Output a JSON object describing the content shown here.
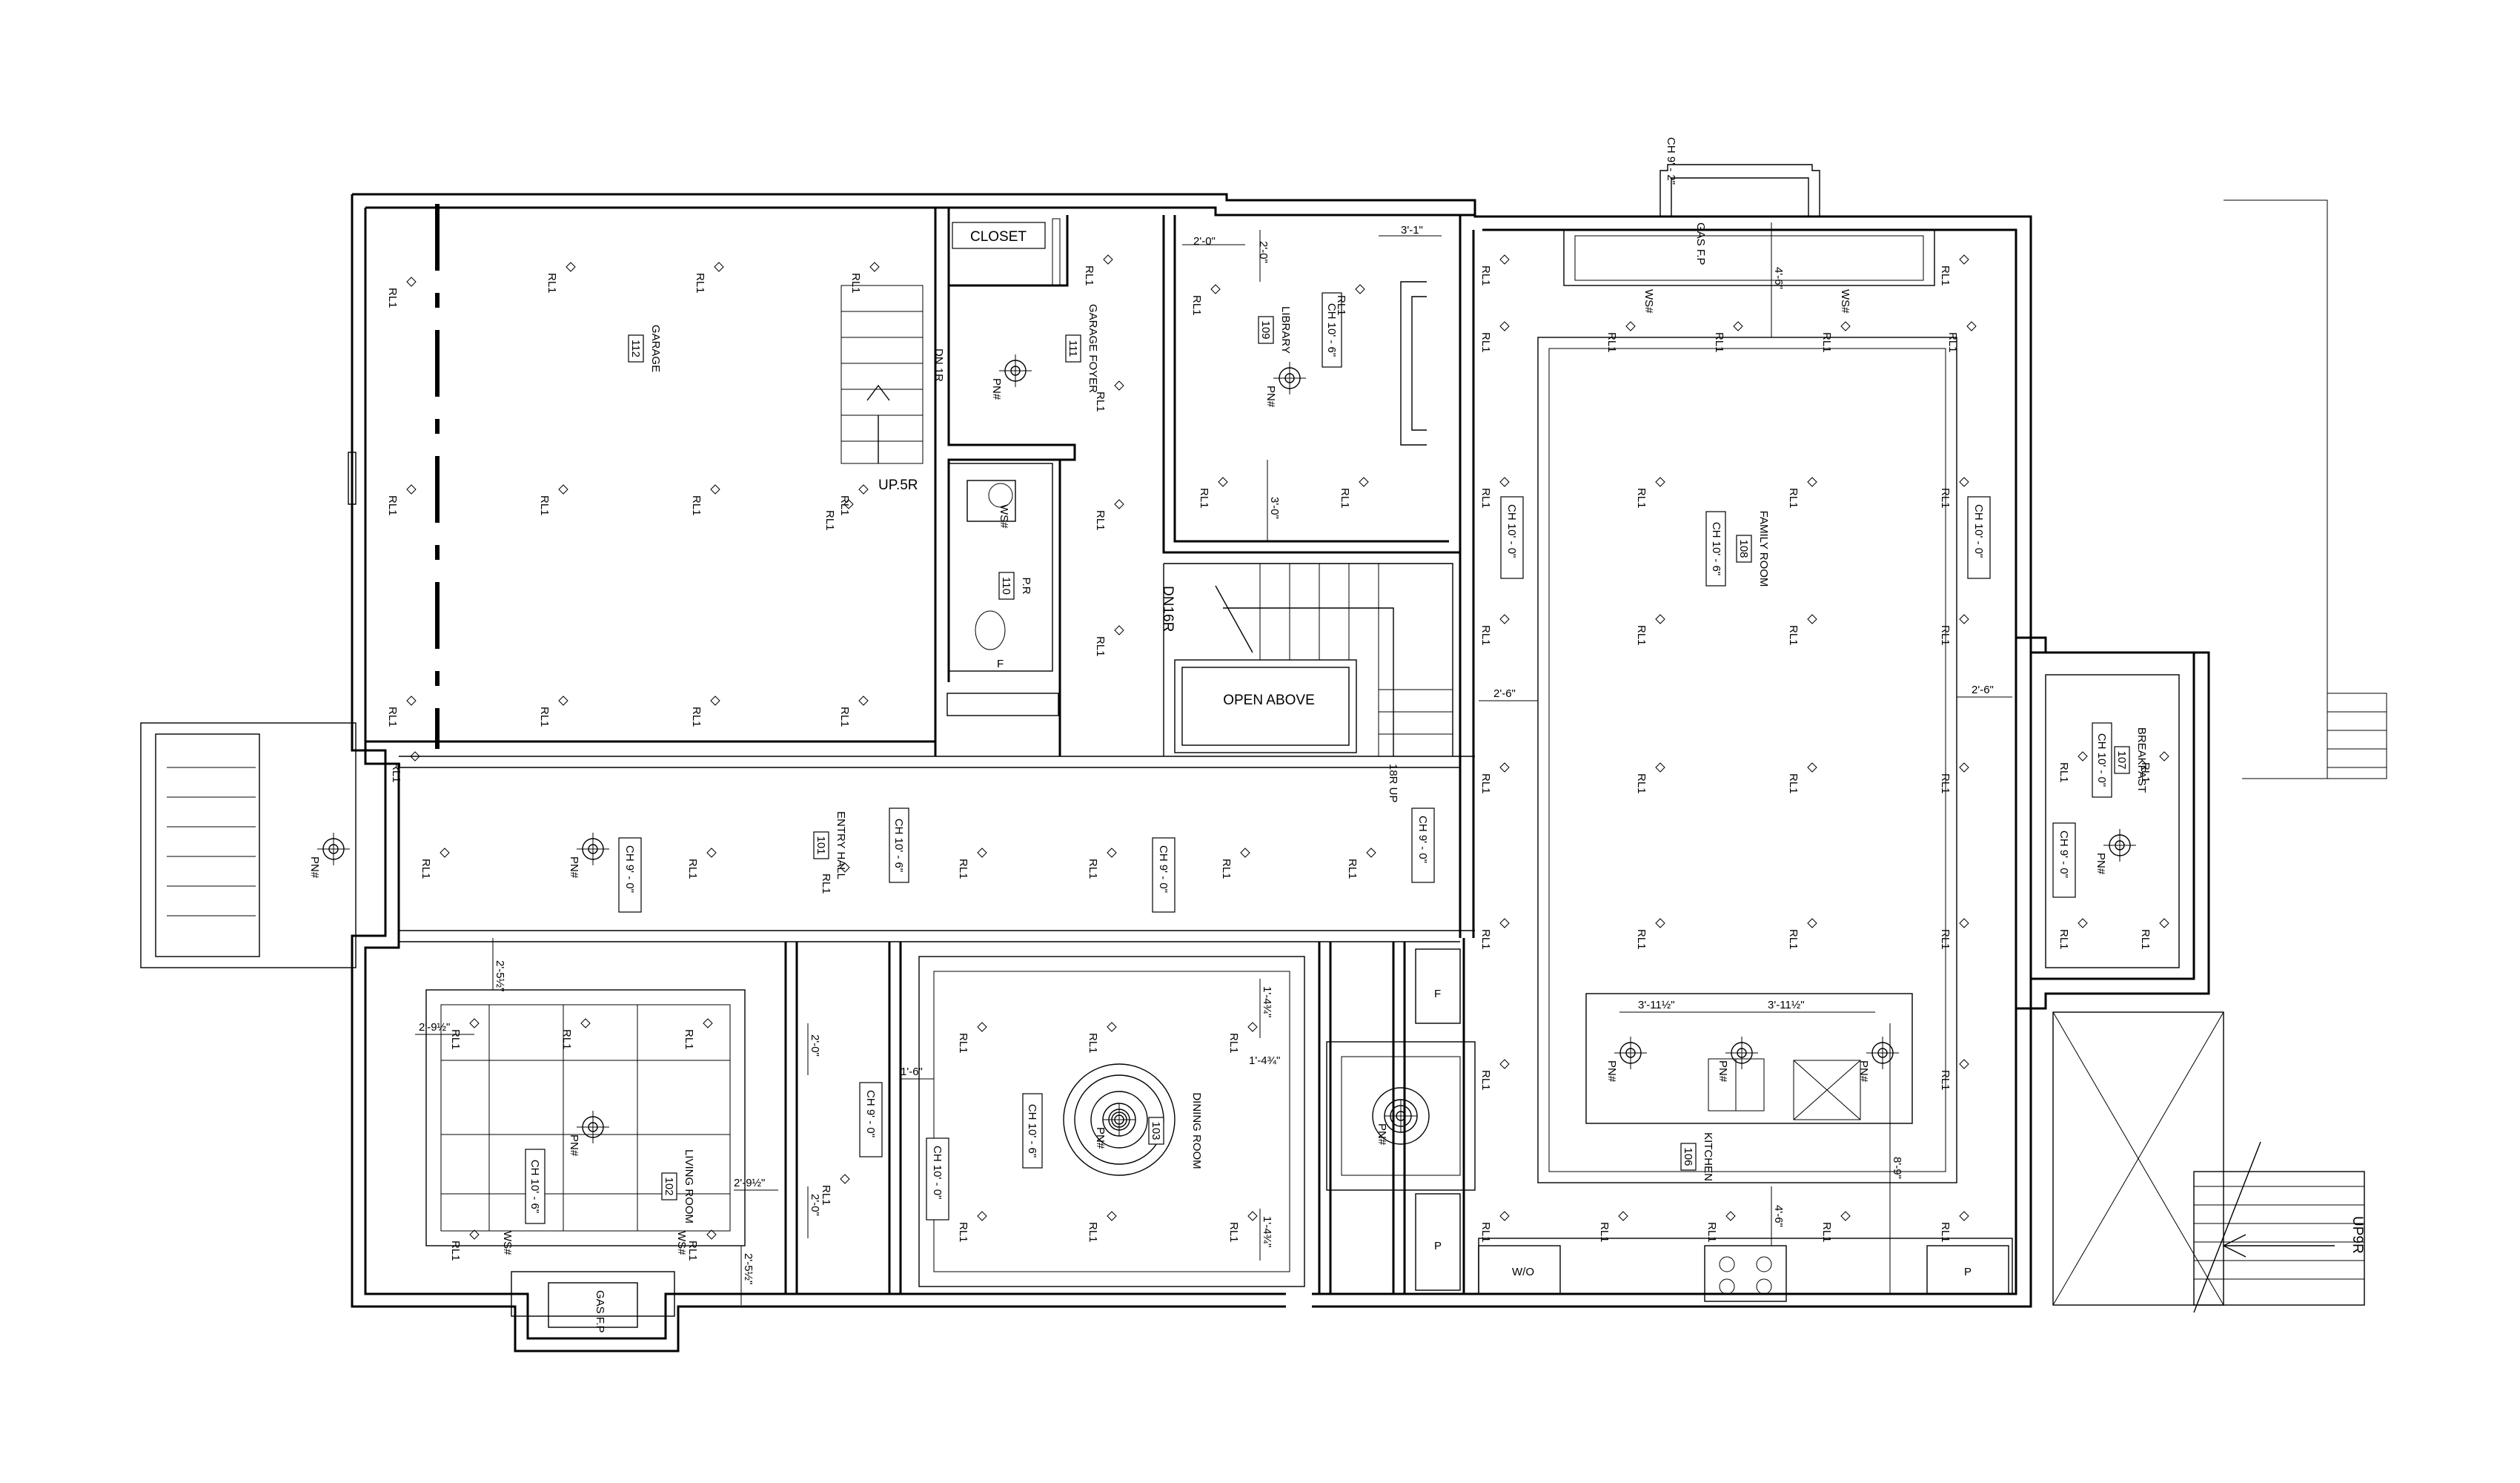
{
  "plan": {
    "rooms": {
      "garage": {
        "name": "GARAGE",
        "number": "112"
      },
      "closet": {
        "name": "CLOSET"
      },
      "garage_foyer": {
        "name": "GARAGE FOYER",
        "number": "111"
      },
      "library": {
        "name": "LIBRARY",
        "number": "109",
        "ceiling": "CH 10' - 6\""
      },
      "family_room": {
        "name": "FAMILY ROOM",
        "number": "108",
        "ceiling": "CH 10' - 6\""
      },
      "powder_room": {
        "name": "P.R",
        "number": "110"
      },
      "entry_hall": {
        "name": "ENTRY HALL",
        "number": "101",
        "ceiling": "CH 10' - 6\""
      },
      "breakfast": {
        "name": "BREAKFAST",
        "number": "107",
        "ceiling": "CH 10' - 0\""
      },
      "living_room": {
        "name": "LIVING ROOM",
        "number": "102",
        "ceiling": "CH 10' - 6\""
      },
      "dining_room": {
        "name": "DINING ROOM",
        "number": "103",
        "ceiling": "CH 10' - 6\""
      },
      "kitchen": {
        "name": "KITCHEN",
        "number": "106"
      }
    },
    "notes": {
      "open_above": "OPEN ABOVE",
      "stair_dn": "DN16R",
      "stair_up_garage": "UP.5R",
      "stair_dn_closet": "DN.1R",
      "stair_up_hall": "18R UP",
      "stair_up_right": "UP9R",
      "gas_fp": "GAS F.P",
      "ch_9_0": "CH 9' - 0\"",
      "ch_9_2": "CH 9' - 2\"",
      "ch_10_0": "CH 10' - 0\"",
      "pantry": "P",
      "fridge": "F",
      "wo": "W/O"
    },
    "fixture_labels": {
      "rl": "RL1",
      "pn": "PN#",
      "ws": "WS#"
    },
    "dims": {
      "d_2_0": "2'-0\"",
      "d_2_6": "2'-6\"",
      "d_3_1": "3'-1\"",
      "d_3_0": "3'-0\"",
      "d_4_6": "4'-6\"",
      "d_8_9": "8'-9\"",
      "d_3_11": "3'-11½\"",
      "d_1_4": "1'-4¾\"",
      "d_1_6": "1'-6\"",
      "d_2_9": "2'-9½\"",
      "d_2_5": "2'-5½\""
    }
  }
}
